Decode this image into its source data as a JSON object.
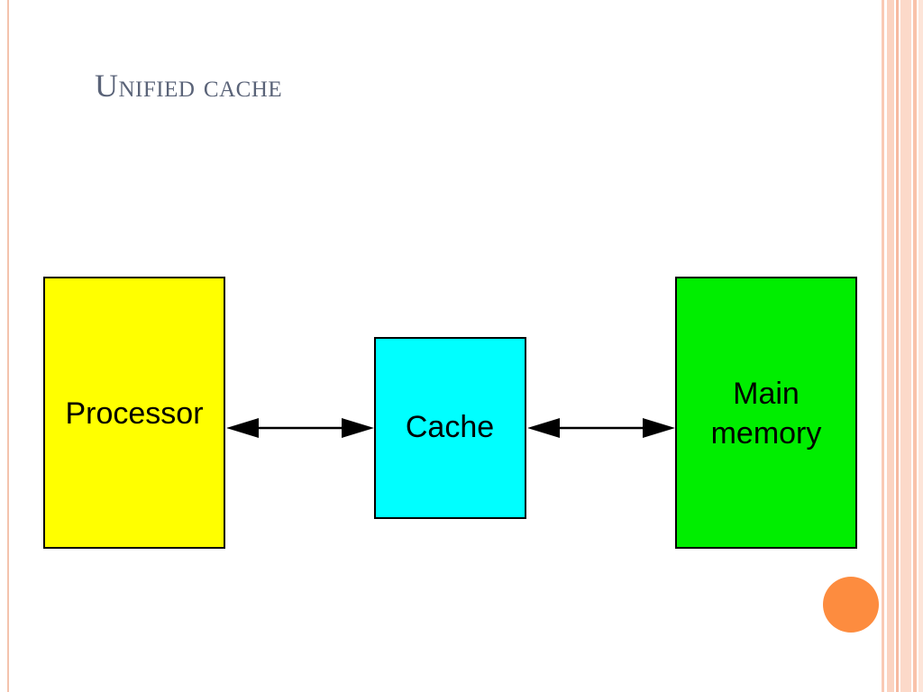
{
  "slide": {
    "title": "Unified cache"
  },
  "diagram": {
    "processor": {
      "label": "Processor",
      "fill": "#ffff00"
    },
    "cache": {
      "label": "Cache",
      "fill": "#00ffff"
    },
    "main_memory": {
      "label_line1": "Main",
      "label_line2": "memory",
      "fill": "#00ee00"
    },
    "connections": [
      {
        "from": "Processor",
        "to": "Cache",
        "direction": "bidirectional"
      },
      {
        "from": "Cache",
        "to": "Main memory",
        "direction": "bidirectional"
      }
    ]
  },
  "colors": {
    "title": "#5a6378",
    "accent_dot": "#fd8c3f",
    "stripe": "#f9c9b5"
  }
}
